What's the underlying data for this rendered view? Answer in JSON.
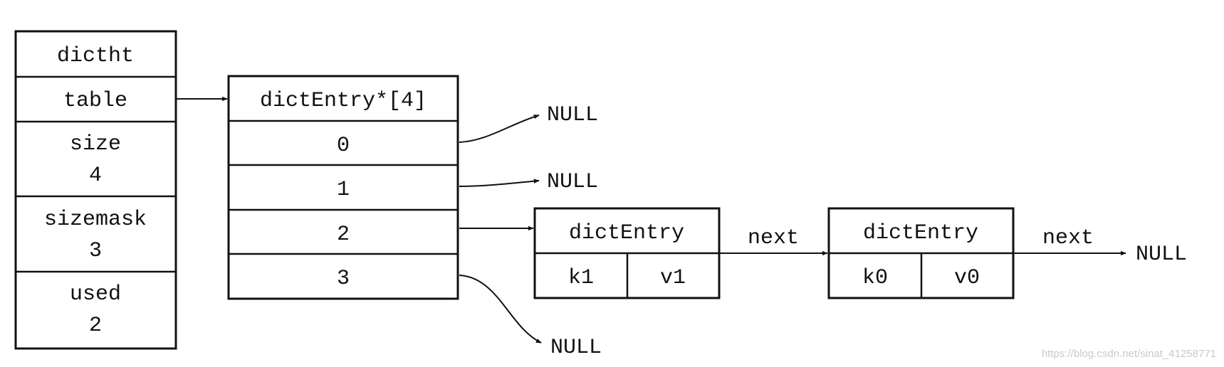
{
  "dictht": {
    "title": "dictht",
    "table": "table",
    "size_label": "size",
    "size_value": "4",
    "sizemask_label": "sizemask",
    "sizemask_value": "3",
    "used_label": "used",
    "used_value": "2"
  },
  "table_array": {
    "title": "dictEntry*[4]",
    "slots": [
      "0",
      "1",
      "2",
      "3"
    ]
  },
  "entry_a": {
    "title": "dictEntry",
    "key": "k1",
    "value": "v1"
  },
  "entry_b": {
    "title": "dictEntry",
    "key": "k0",
    "value": "v0"
  },
  "labels": {
    "null_0": "NULL",
    "null_1": "NULL",
    "null_3": "NULL",
    "null_end": "NULL",
    "next_a": "next",
    "next_b": "next"
  },
  "watermark": "https://blog.csdn.net/sinat_41258771"
}
